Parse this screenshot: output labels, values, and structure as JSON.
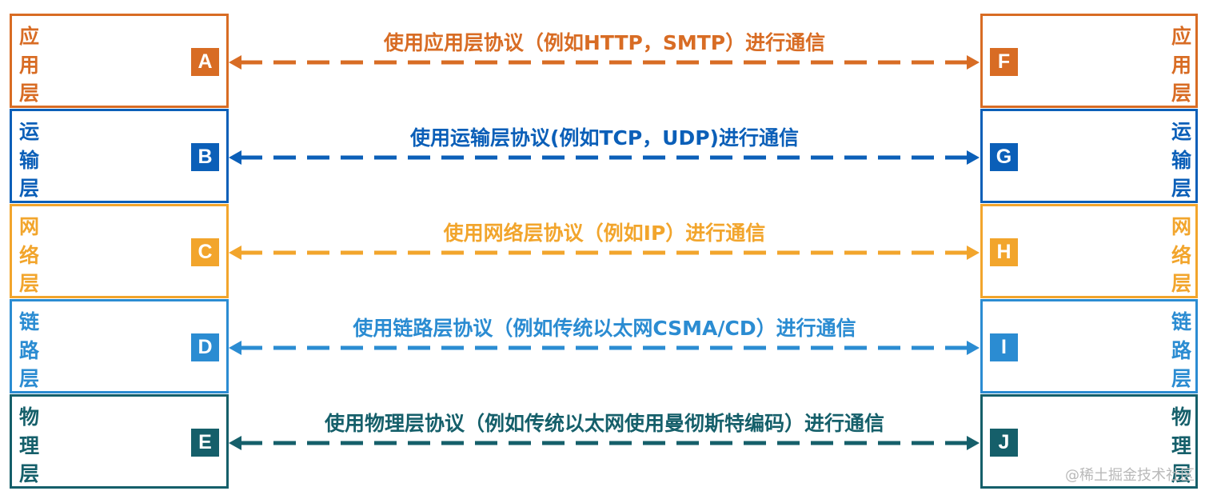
{
  "layers": [
    {
      "name": "应用层",
      "left_node": "A",
      "right_node": "F",
      "label": "使用应用层协议（例如HTTP，SMTP）进行通信",
      "color": "#d86c24"
    },
    {
      "name": "运输层",
      "left_node": "B",
      "right_node": "G",
      "label": "使用运输层协议(例如TCP，UDP)进行通信",
      "color": "#0b5fb8"
    },
    {
      "name": "网络层",
      "left_node": "C",
      "right_node": "H",
      "label": "使用网络层协议（例如IP）进行通信",
      "color": "#f2a52c"
    },
    {
      "name": "链路层",
      "left_node": "D",
      "right_node": "I",
      "label": "使用链路层协议（例如传统以太网CSMA/CD）进行通信",
      "color": "#2b8cd2"
    },
    {
      "name": "物理层",
      "left_node": "E",
      "right_node": "J",
      "label": "使用物理层协议（例如传统以太网使用曼彻斯特编码）进行通信",
      "color": "#155f6a"
    }
  ],
  "watermark": "@稀土掘金技术社区"
}
